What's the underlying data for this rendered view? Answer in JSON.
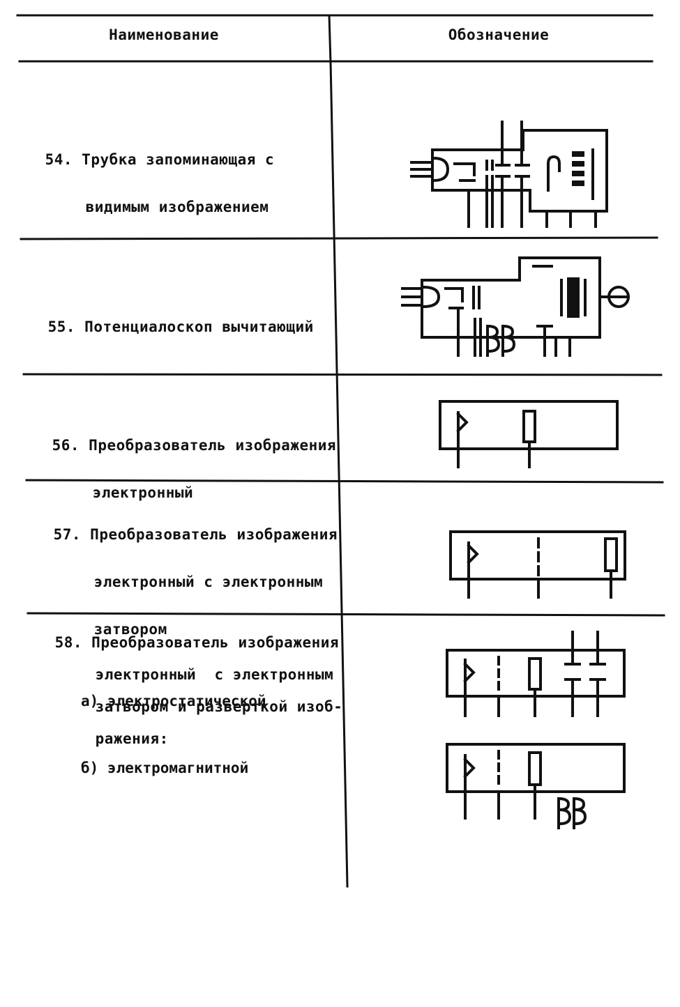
{
  "table": {
    "headers": {
      "name": "Наименование",
      "designation": "Обозначение"
    },
    "rows": [
      {
        "number": "54.",
        "lines": [
          "Трубка запоминающая с",
          "видимым изображением"
        ]
      },
      {
        "number": "55.",
        "lines": [
          "Потенциалоскоп вычитающий"
        ]
      },
      {
        "number": "56.",
        "lines": [
          "Преобразователь изображения",
          "электронный"
        ]
      },
      {
        "number": "57.",
        "lines": [
          "Преобразователь изображения",
          "электронный с электронным",
          "затвором"
        ]
      },
      {
        "number": "58.",
        "lines": [
          "Преобразователь изображения",
          "электронный  с электронным",
          "затвором и разверткой изоб-",
          "ражения:"
        ],
        "subitems": [
          "а) электростатической",
          "б) электромагнитной"
        ]
      }
    ]
  }
}
